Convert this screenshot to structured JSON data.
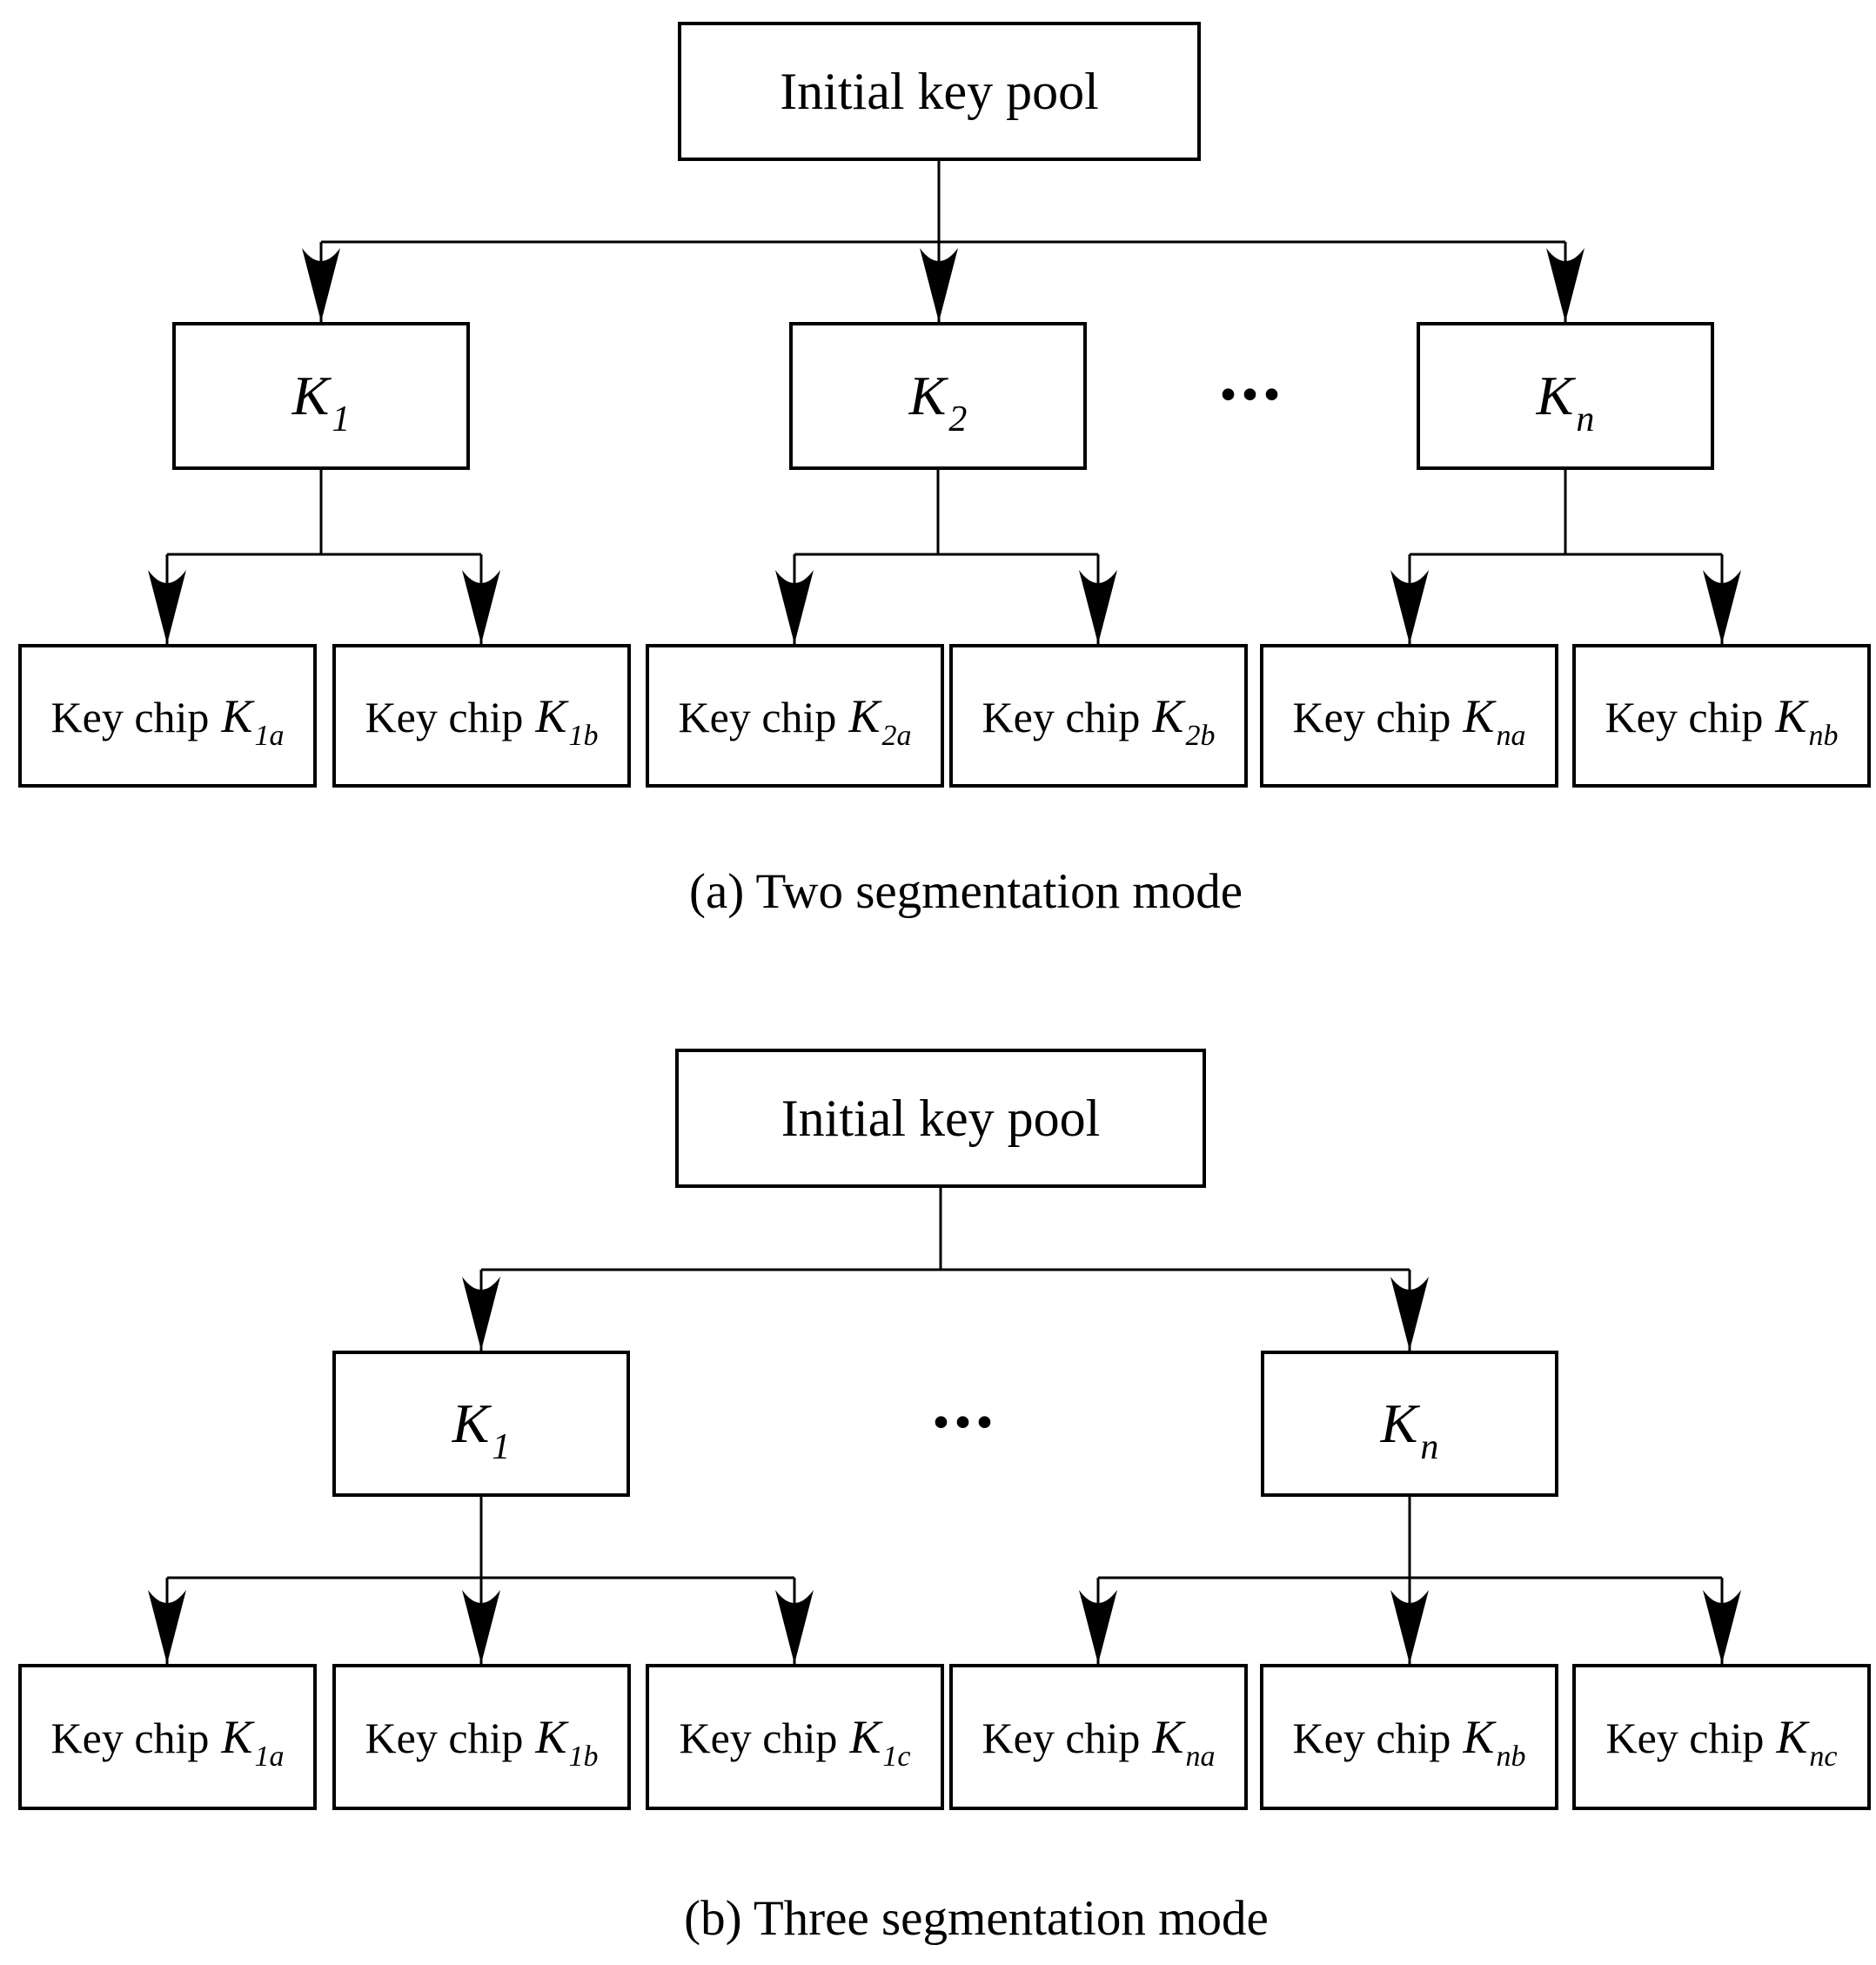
{
  "colors": {
    "ink": "#000000",
    "background": "#ffffff"
  },
  "diagram_a": {
    "caption": "(a) Two segmentation mode",
    "root_label": "Initial key pool",
    "ellipsis": "...",
    "nodes": {
      "k1": {
        "base": "K",
        "sub": "1"
      },
      "k2": {
        "base": "K",
        "sub": "2"
      },
      "kn": {
        "base": "K",
        "sub": "n"
      }
    },
    "chips": [
      {
        "prefix": "Key chip",
        "base": "K",
        "sub": "1a"
      },
      {
        "prefix": "Key chip",
        "base": "K",
        "sub": "1b"
      },
      {
        "prefix": "Key chip",
        "base": "K",
        "sub": "2a"
      },
      {
        "prefix": "Key chip",
        "base": "K",
        "sub": "2b"
      },
      {
        "prefix": "Key chip",
        "base": "K",
        "sub": "na"
      },
      {
        "prefix": "Key chip",
        "base": "K",
        "sub": "nb"
      }
    ]
  },
  "diagram_b": {
    "caption": "(b) Three segmentation mode",
    "root_label": "Initial key pool",
    "ellipsis": "...",
    "nodes": {
      "k1": {
        "base": "K",
        "sub": "1"
      },
      "kn": {
        "base": "K",
        "sub": "n"
      }
    },
    "chips": [
      {
        "prefix": "Key chip",
        "base": "K",
        "sub": "1a"
      },
      {
        "prefix": "Key chip",
        "base": "K",
        "sub": "1b"
      },
      {
        "prefix": "Key chip",
        "base": "K",
        "sub": "1c"
      },
      {
        "prefix": "Key chip",
        "base": "K",
        "sub": "na"
      },
      {
        "prefix": "Key chip",
        "base": "K",
        "sub": "nb"
      },
      {
        "prefix": "Key chip",
        "base": "K",
        "sub": "nc"
      }
    ]
  }
}
